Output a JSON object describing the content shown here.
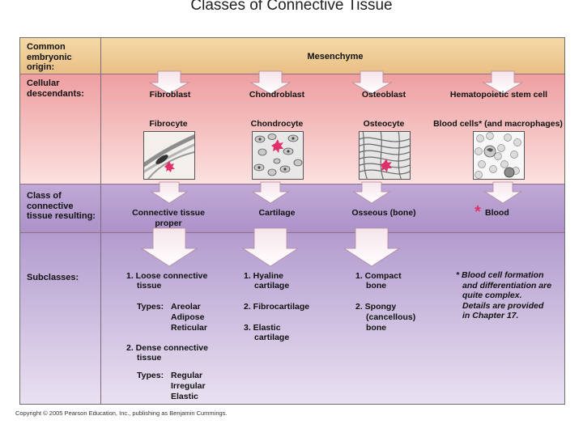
{
  "title": "Classes of Connective Tissue",
  "rows": {
    "origin": "Common embryonic origin:",
    "descendants": "Cellular descendants:",
    "class": "Class of connective tissue resulting:",
    "subclasses": "Subclasses:"
  },
  "mesenchyme": "Mesenchyme",
  "columns": [
    {
      "blast": "Fibroblast",
      "cyte": "Fibrocyte",
      "tissue_1": "Connective tissue",
      "tissue_2": "proper"
    },
    {
      "blast": "Chondroblast",
      "cyte": "Chondrocyte",
      "tissue_1": "Cartilage",
      "tissue_2": ""
    },
    {
      "blast": "Osteoblast",
      "cyte": "Osteocyte",
      "tissue_1": "Osseous (bone)",
      "tissue_2": ""
    },
    {
      "blast": "Hematopoietic stem cell",
      "cyte": "Blood cells* (and macrophages)",
      "tissue_1": "Blood",
      "tissue_2": ""
    }
  ],
  "asterisk": "*",
  "sub_ctp": {
    "loose_1": "1. Loose connective",
    "loose_2": "tissue",
    "types_label": "Types:",
    "loose_types": [
      "Areolar",
      "Adipose",
      "Reticular"
    ],
    "dense_1": "2. Dense connective",
    "dense_2": "tissue",
    "dense_types": [
      "Regular",
      "Irregular",
      "Elastic"
    ]
  },
  "sub_cart": {
    "hyaline_1": "1. Hyaline",
    "hyaline_2": "cartilage",
    "fibro": "2. Fibrocartilage",
    "elastic_1": "3. Elastic",
    "elastic_2": "cartilage"
  },
  "sub_bone": {
    "compact_1": "1. Compact",
    "compact_2": "bone",
    "spongy_1": "2. Spongy",
    "spongy_2": "(cancellous)",
    "spongy_3": "bone"
  },
  "note": [
    "* Blood cell formation",
    "and differentiation are",
    "quite complex.",
    "Details are provided",
    "in Chapter 17."
  ],
  "copyright": "Copyright © 2005 Pearson Education, Inc., publishing as Benjamin Cummings.",
  "colors": {
    "origin_band": "#f4d9a6",
    "descendant_band": "#ee9ea0",
    "class_band": "#b8a0d0",
    "subclass_band": "#e9e1f1",
    "highlight": "#e0306a"
  }
}
